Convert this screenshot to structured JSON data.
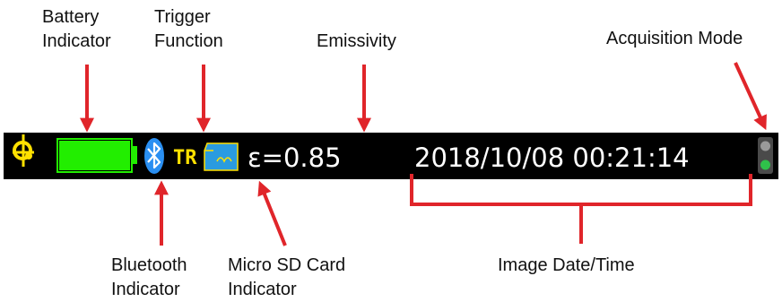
{
  "labels": {
    "battery": [
      "Battery",
      "Indicator"
    ],
    "trigger": [
      "Trigger",
      "Function"
    ],
    "emissivity": "Emissivity",
    "acquisition": "Acquisition Mode",
    "bluetooth": [
      "Bluetooth",
      "Indicator"
    ],
    "sdcard": [
      "Micro SD Card",
      "Indicator"
    ],
    "datetime": "Image Date/Time"
  },
  "status": {
    "trigger_text": "TR",
    "emissivity_text": "ε=0.85",
    "datetime_text": "2018/10/08 00:21:14",
    "battery_level": 1.0
  },
  "colors": {
    "arrow": "#e0252a",
    "bar_bg": "#000000",
    "battery": "#22ee00",
    "bluetooth": "#2a8ff2",
    "yellow": "#ffe000",
    "sd": "#2a9be0",
    "green_led": "#2fc24a",
    "grey_led": "#9a9a9a"
  },
  "icons": [
    "probe-icon",
    "battery-icon",
    "bluetooth-icon",
    "sd-card-icon",
    "acquisition-mode-icon"
  ]
}
